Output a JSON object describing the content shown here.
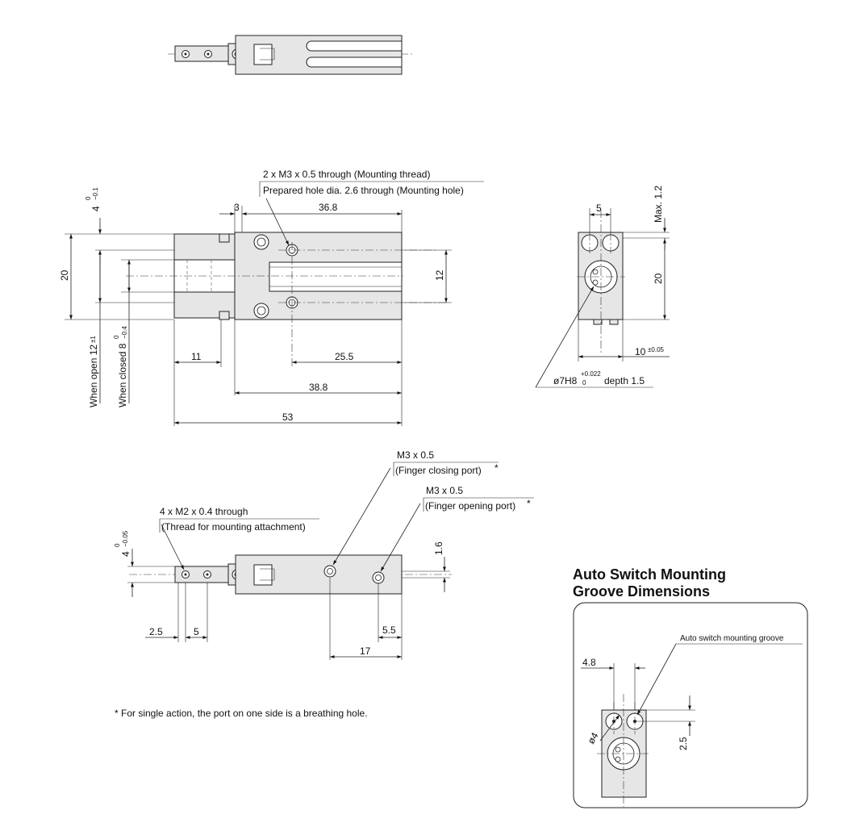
{
  "notes": {
    "mount_thread_1": "2 x M3 x 0.5 through (Mounting thread)",
    "mount_thread_2": "Prepared hole dia. 2.6 through (Mounting hole)",
    "attach_1": "4 x M2 x 0.4 through",
    "attach_2": "(Thread for mounting attachment)",
    "port_close_1": "M3 x 0.5",
    "port_close_2": "(Finger closing port)",
    "port_open_1": "M3 x 0.5",
    "port_open_2": "(Finger opening port)",
    "asterisk": "*",
    "footnote": "* For single action, the port on one side is a breathing hole.",
    "bore_main": "ø7H8",
    "bore_tol_up": "+0.022",
    "bore_tol_low": "0",
    "bore_depth": "depth 1.5",
    "groove_label": "Auto switch mounting groove"
  },
  "dims": {
    "d3": "3",
    "d36_8": "36.8",
    "d20": "20",
    "d12": "12",
    "d11": "11",
    "d25_5": "25.5",
    "d38_8": "38.8",
    "d53": "53",
    "d4_main": "4",
    "d4_up": "0",
    "d4_low": "−0.1",
    "open_main": "When open 12",
    "open_tol": "±1",
    "closed_main": "When closed 8",
    "closed_up": "0",
    "closed_low": "−0.4",
    "side_5": "5",
    "side_max": "Max. 1.2",
    "side_20": "20",
    "side_10": "10",
    "side_10_tol": "±0.05",
    "b4_main": "4",
    "b4_up": "0",
    "b4_low": "−0.05",
    "b1_6": "1.6",
    "b2_5": "2.5",
    "b5": "5",
    "b5_5": "5.5",
    "b17": "17",
    "g4_8": "4.8",
    "g_dia4": "ø4",
    "g2_5": "2.5"
  },
  "inset": {
    "title_line1": "Auto Switch Mounting",
    "title_line2": "Groove Dimensions"
  }
}
